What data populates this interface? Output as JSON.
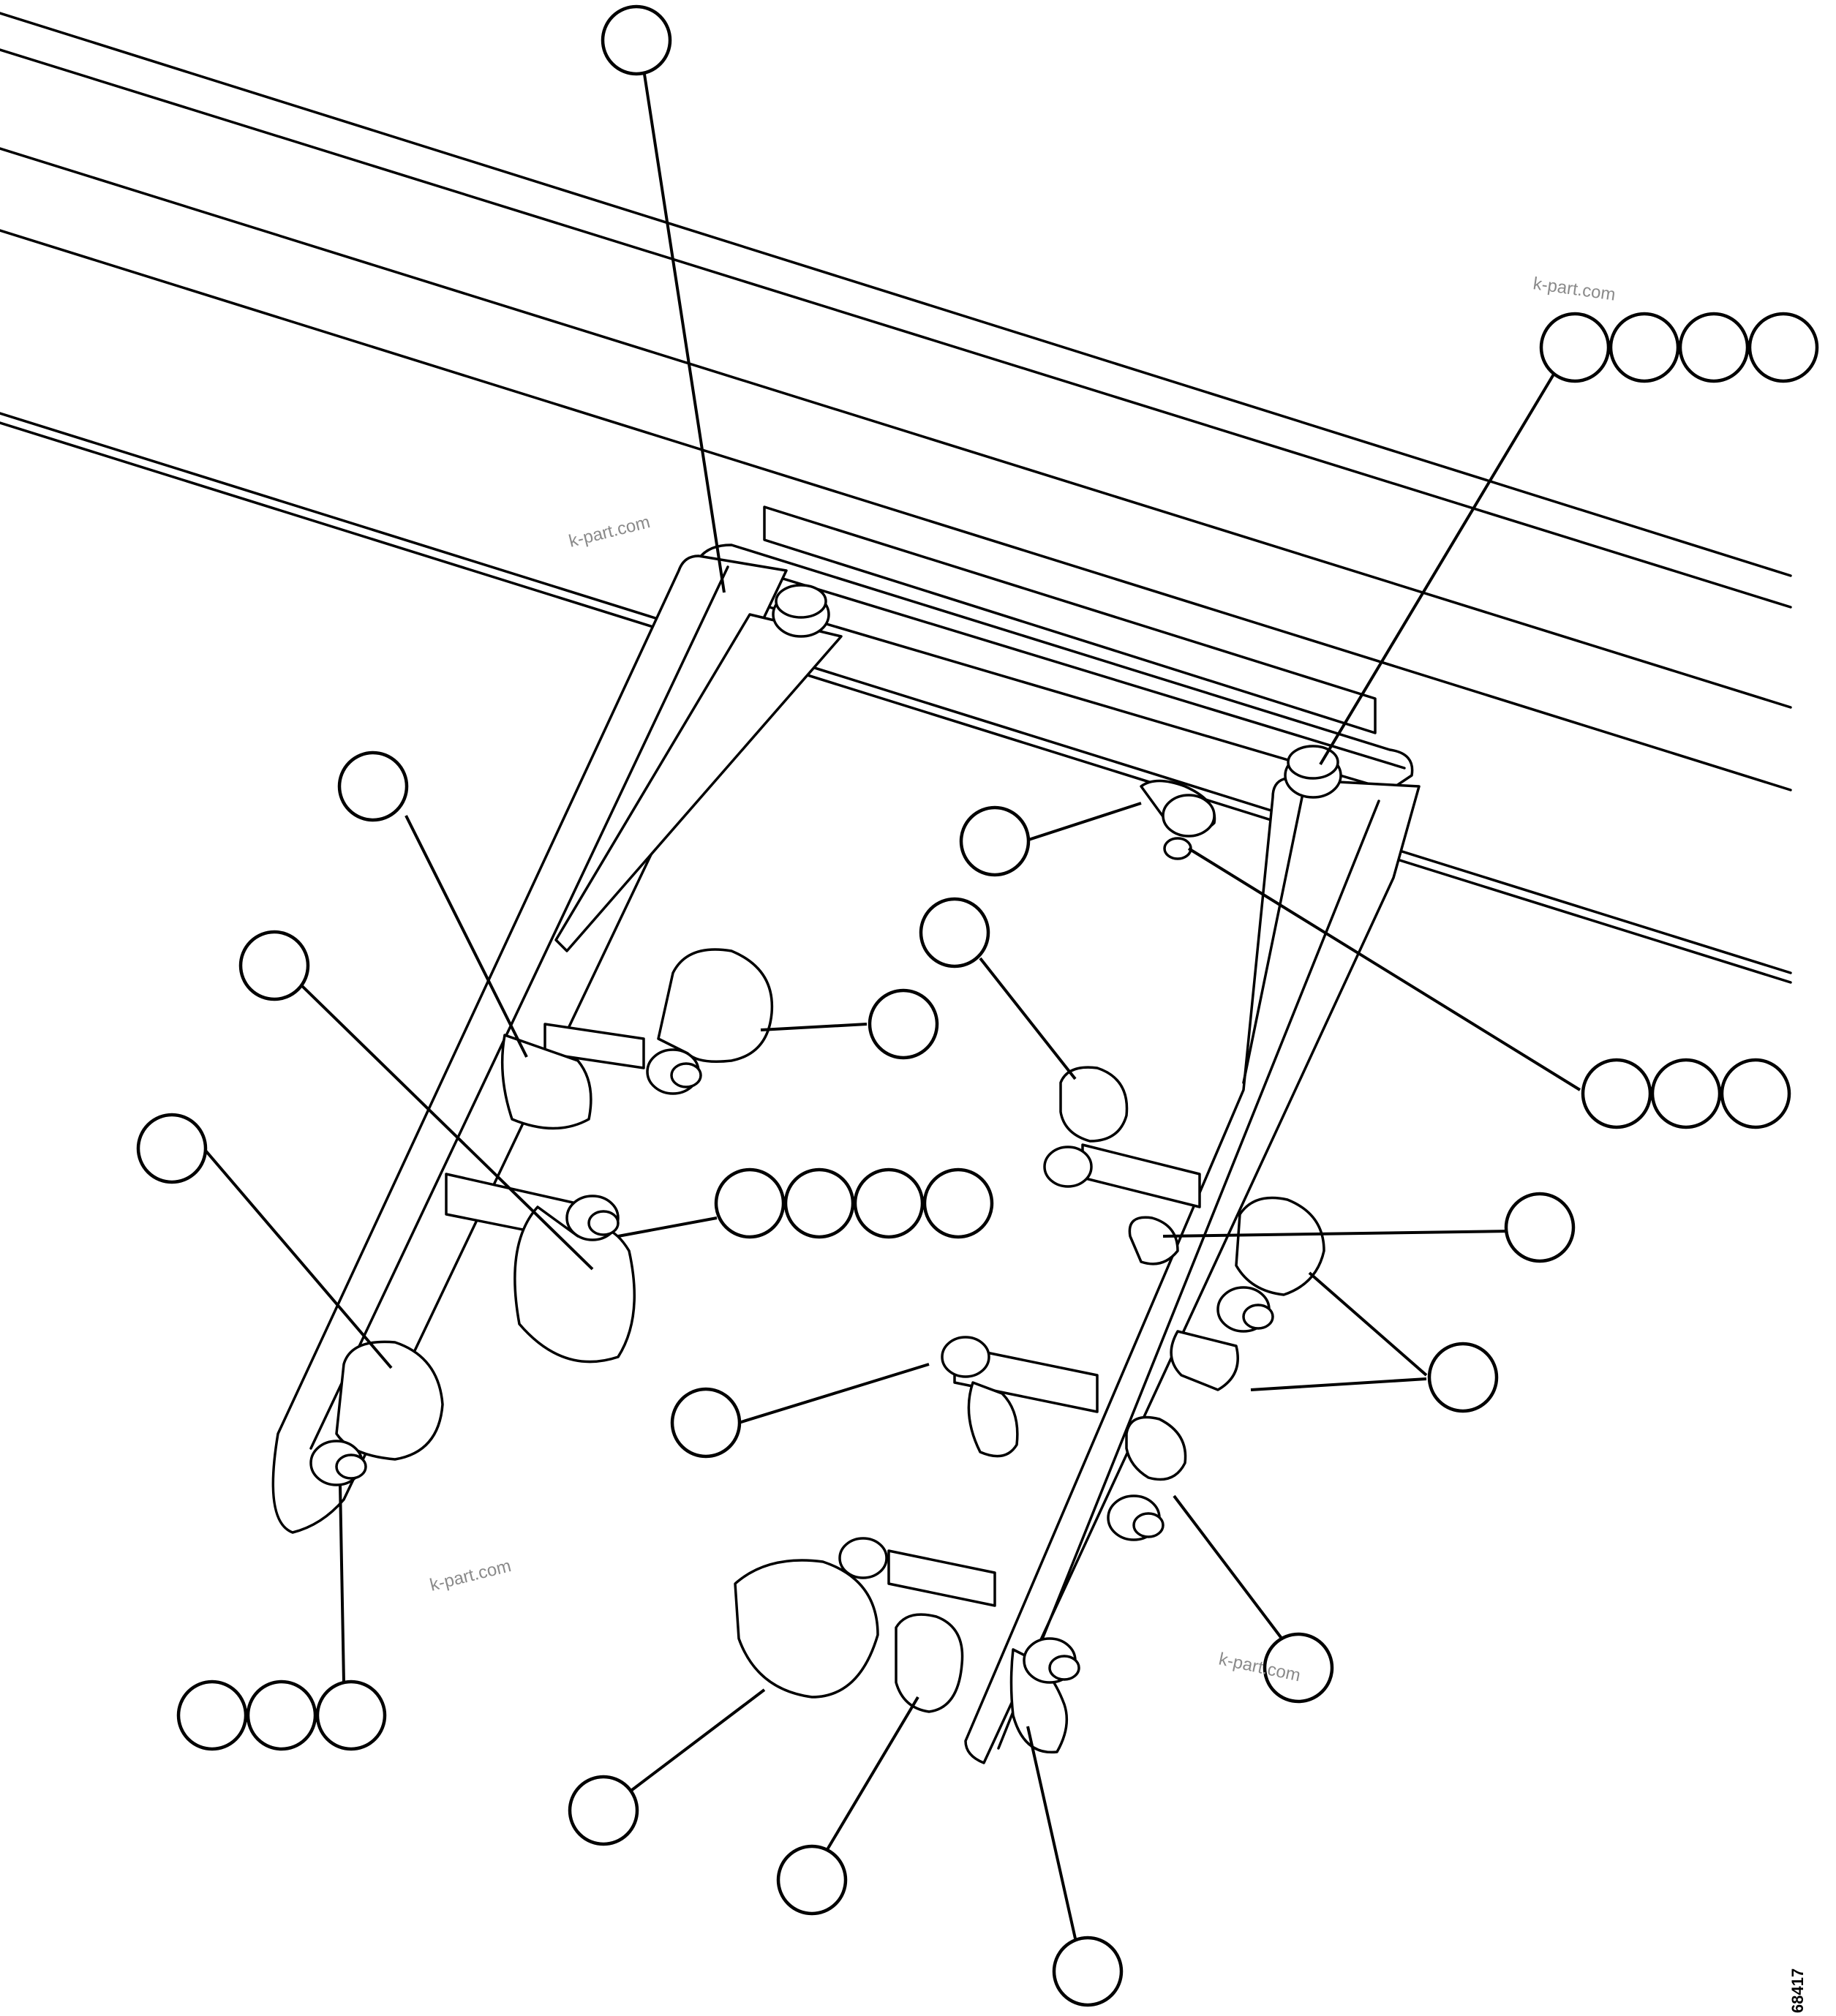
{
  "watermarks": [
    "k-part.com",
    "k-part.com",
    "k-part.com",
    "k-part.com"
  ],
  "drawing_code": "68417",
  "line_color": "#000000",
  "background": "#ffffff"
}
